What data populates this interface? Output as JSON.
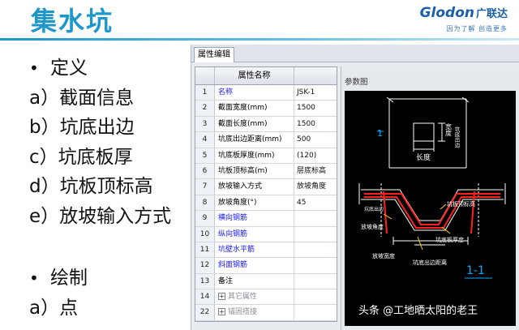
{
  "slide": {
    "title": "集水坑",
    "logo_text": "Glodon",
    "logo_cn": "广联达",
    "logo_tagline": "因为了解 创造更多"
  },
  "outline": {
    "bullet1": "定义",
    "items": [
      "a）截面信息",
      "b）坑底出边",
      "c）坑底板厚",
      "d）坑板顶标高",
      "e）放坡输入方式"
    ],
    "bullet2": "绘制",
    "items2": [
      "a）点"
    ],
    "bullet_glyph": "•"
  },
  "editor": {
    "tab_label": "属性编辑",
    "column_header": "属性名称",
    "rows": [
      {
        "num": "1",
        "name": "名称",
        "value": "JSK-1"
      },
      {
        "num": "2",
        "name": "截面宽度(mm)",
        "value": "1500"
      },
      {
        "num": "3",
        "name": "截面长度(mm)",
        "value": "1500"
      },
      {
        "num": "4",
        "name": "坑底出边距离(mm)",
        "value": "500"
      },
      {
        "num": "5",
        "name": "坑底板厚度(mm)",
        "value": "(120)"
      },
      {
        "num": "6",
        "name": "坑板顶标高(m)",
        "value": "层底标高"
      },
      {
        "num": "7",
        "name": "放坡输入方式",
        "value": "放坡角度"
      },
      {
        "num": "8",
        "name": "放坡角度(°)",
        "value": "45"
      },
      {
        "num": "9",
        "name": "横向钢筋",
        "value": ""
      },
      {
        "num": "10",
        "name": "纵向钢筋",
        "value": ""
      },
      {
        "num": "11",
        "name": "坑壁水平筋",
        "value": ""
      },
      {
        "num": "12",
        "name": "斜面钢筋",
        "value": ""
      },
      {
        "num": "13",
        "name": "备注",
        "value": ""
      },
      {
        "num": "14",
        "name": "其它属性",
        "value": ""
      },
      {
        "num": "22",
        "name": "锚固搭接",
        "value": ""
      }
    ],
    "expander_glyph": "+"
  },
  "reference": {
    "title": "参数图",
    "labels": {
      "width_tag": "1",
      "width_v": "宽度",
      "length": "长度",
      "edge_right": "坑底出边",
      "top_elev": "坑板顶标高",
      "slope_angle": "放坡角度",
      "board_thickness": "坑底板厚度",
      "slope_width": "放坡宽度",
      "edge_left": "坑底出边",
      "bottom_edge": "坑底出边距离",
      "section": "1-1"
    }
  },
  "watermark": "头条 @工地晒太阳的老王",
  "colors": {
    "title_blue": "#1d97c9",
    "logo_blue": "#1b5fa8",
    "name_blue": "#1a1aff",
    "drawing_bg": "#000000",
    "rebar_red": "#ff2020",
    "drawing_white": "#ffffff"
  }
}
